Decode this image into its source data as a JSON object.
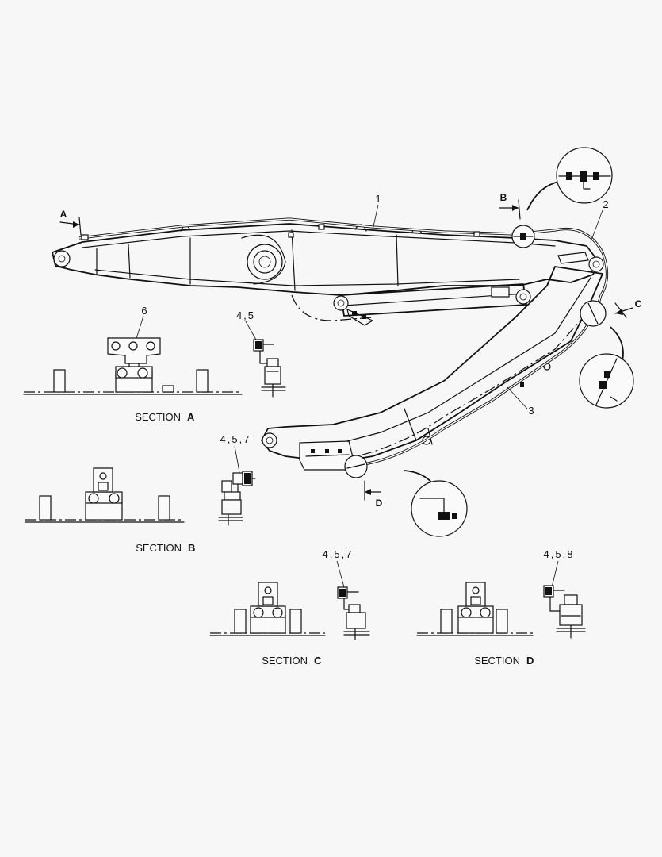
{
  "callouts": {
    "c1": "1",
    "c2": "2",
    "c3": "3",
    "c6": "6",
    "c45": "4,5",
    "c457_b": "4,5,7",
    "c457_c": "4,5,7",
    "c458": "4,5,8"
  },
  "view_markers": {
    "A": "A",
    "B": "B",
    "C": "C",
    "D": "D"
  },
  "sections": {
    "a": {
      "word": "SECTION",
      "letter": "A"
    },
    "b": {
      "word": "SECTION",
      "letter": "B"
    },
    "c": {
      "word": "SECTION",
      "letter": "C"
    },
    "d": {
      "word": "SECTION",
      "letter": "D"
    }
  }
}
